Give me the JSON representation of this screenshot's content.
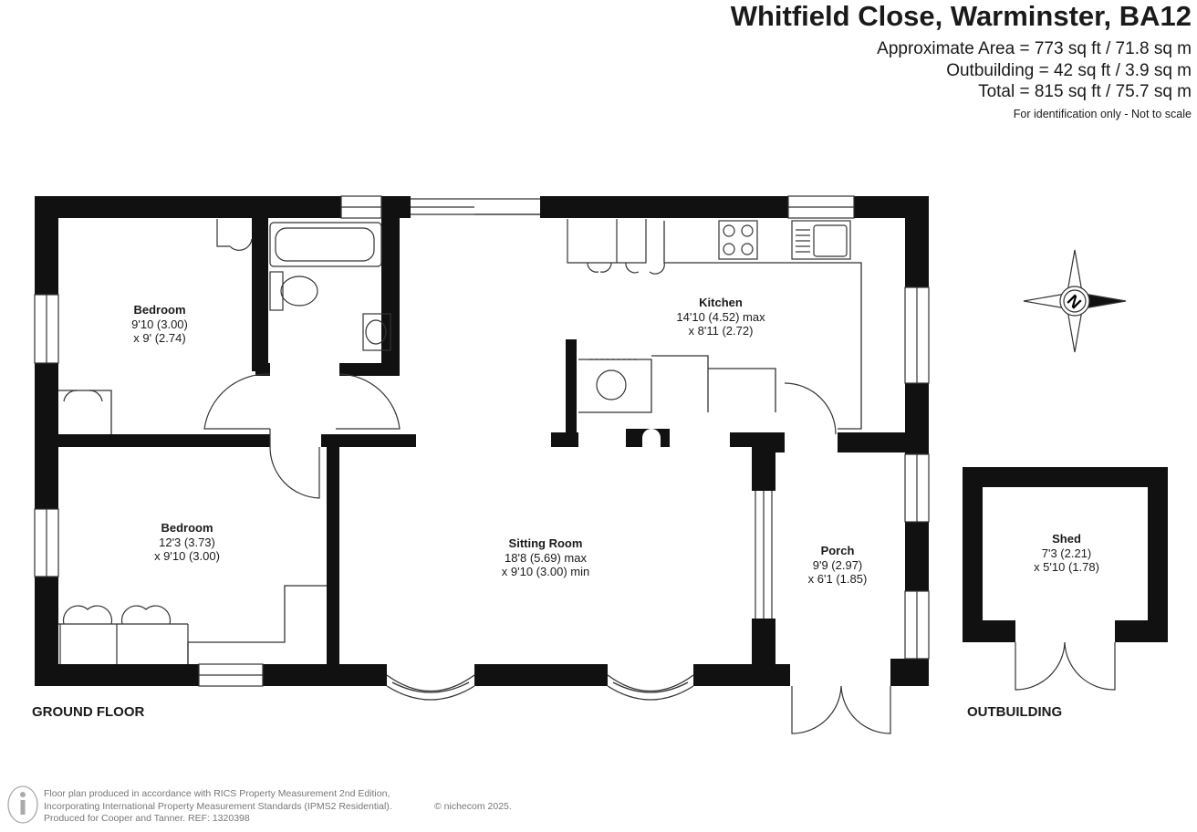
{
  "header": {
    "title": "Whitfield Close, Warminster, BA12",
    "area_main": "Approximate Area = 773 sq ft / 71.8 sq m",
    "area_outbuilding": "Outbuilding = 42 sq ft / 3.9 sq m",
    "area_total": "Total = 815 sq ft / 75.7 sq m",
    "note": "For identification only - Not to scale"
  },
  "rooms": {
    "bedroom1": {
      "name": "Bedroom",
      "dim1": "9'10 (3.00)",
      "dim2": "x 9' (2.74)"
    },
    "bedroom2": {
      "name": "Bedroom",
      "dim1": "12'3 (3.73)",
      "dim2": "x 9'10 (3.00)"
    },
    "kitchen": {
      "name": "Kitchen",
      "dim1": "14'10 (4.52) max",
      "dim2": "x 8'11 (2.72)"
    },
    "sitting_room": {
      "name": "Sitting Room",
      "dim1": "18'8 (5.69) max",
      "dim2": "x 9'10 (3.00) min"
    },
    "porch": {
      "name": "Porch",
      "dim1": "9'9 (2.97)",
      "dim2": "x 6'1 (1.85)"
    },
    "shed": {
      "name": "Shed",
      "dim1": "7'3 (2.21)",
      "dim2": "x 5'10 (1.78)"
    }
  },
  "floors": {
    "ground": "GROUND FLOOR",
    "outbuilding": "OUTBUILDING"
  },
  "compass": {
    "letter": "N",
    "icon": "compass-icon"
  },
  "footer": {
    "line1": "Floor plan produced in accordance with RICS Property Measurement 2nd Edition,",
    "line2": "Incorporating International Property Measurement Standards (IPMS2 Residential).",
    "line3": "Produced for Cooper and Tanner.   REF:  1320398",
    "copyright": "© nichecom 2025."
  },
  "colors": {
    "wall": "#111111",
    "line": "#333333",
    "footer_text": "#777777"
  }
}
